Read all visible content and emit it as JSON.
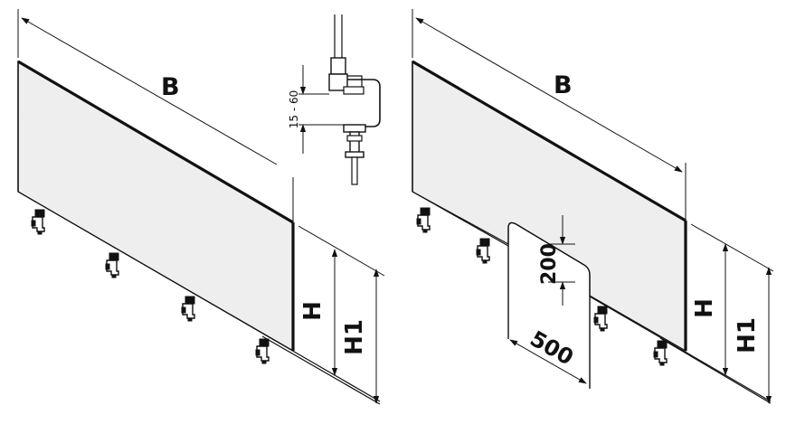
{
  "colors": {
    "line": "#111111",
    "panel_fill": "#eeeeee",
    "background": "#ffffff"
  },
  "left_drawing": {
    "width_label": "B",
    "height_label": "H",
    "total_height_label": "H1"
  },
  "detail": {
    "clamp_range_label": "15 - 60"
  },
  "right_drawing": {
    "width_label": "B",
    "height_label": "H",
    "total_height_label": "H1",
    "cutout_height_label": "200",
    "cutout_width_label": "500"
  },
  "icons": [
    "clamp-icon"
  ]
}
